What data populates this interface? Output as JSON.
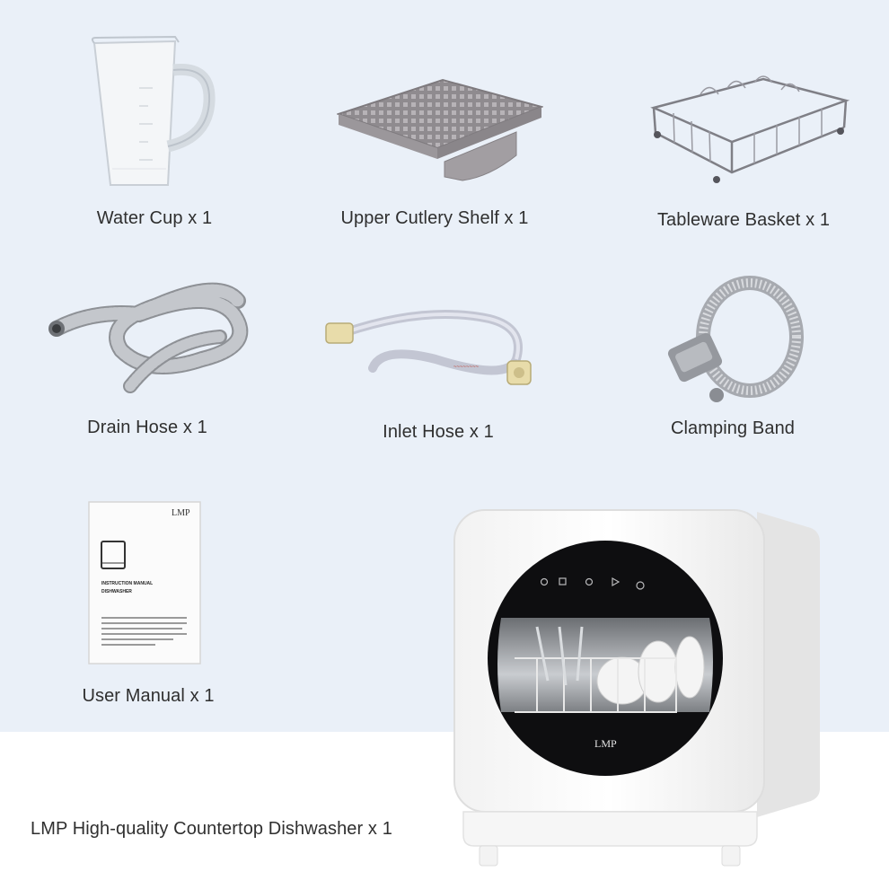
{
  "items": [
    {
      "id": "water-cup",
      "label": "Water Cup x 1"
    },
    {
      "id": "upper-cutlery-shelf",
      "label": "Upper Cutlery Shelf x 1"
    },
    {
      "id": "tableware-basket",
      "label": "Tableware Basket x 1"
    },
    {
      "id": "drain-hose",
      "label": "Drain Hose x 1"
    },
    {
      "id": "inlet-hose",
      "label": "Inlet Hose x 1"
    },
    {
      "id": "clamping-band",
      "label": "Clamping Band"
    },
    {
      "id": "user-manual",
      "label": "User Manual x 1"
    }
  ],
  "manual": {
    "brand": "LMP",
    "title_line1": "INSTRUCTION MANUAL",
    "title_line2": "DISHWASHER"
  },
  "dishwasher": {
    "brand": "LMP",
    "caption": "LMP High-quality Countertop Dishwasher x 1"
  },
  "colors": {
    "background_top": "#eaf0f8",
    "background_bottom": "#ffffff",
    "text": "#2f2f2f"
  }
}
